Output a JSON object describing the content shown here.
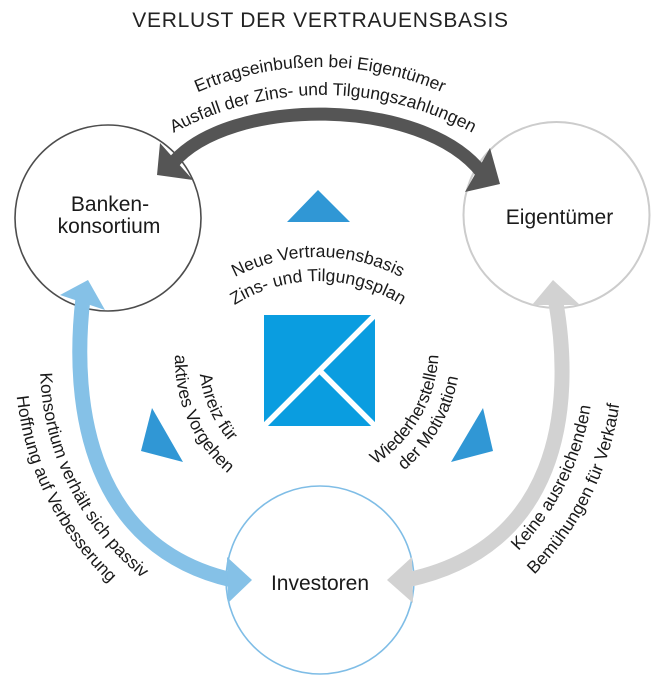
{
  "title": "VERLUST DER VERTRAUENSBASIS",
  "nodes": {
    "banks": {
      "line1": "Banken-",
      "line2": "konsortium"
    },
    "owner": {
      "label": "Eigentümer"
    },
    "investors": {
      "label": "Investoren"
    }
  },
  "flows": {
    "banks_owner": {
      "line1": "Ertragseinbußen bei Eigentümer",
      "line2": "Ausfall der Zins- und Tilgungszahlungen"
    },
    "banks_investors": {
      "line1": "Konsortium verhält sich passiv",
      "line2": "Hoffnung auf Verbesserung"
    },
    "owner_investors": {
      "line1": "Keine ausreichenden",
      "line2": "Bemühungen für Verkauf"
    }
  },
  "center": {
    "top": {
      "line1": "Neue Vertrauensbasis",
      "line2": "Zins- und Tilgungsplan"
    },
    "left": {
      "line1": "Anreiz für",
      "line2": "aktives Vorgehen"
    },
    "right": {
      "line1": "Wiederherstellen",
      "line2": "der Motivation"
    },
    "logo_icon": "square-diagonal-logo-icon",
    "pointer_icon": "triangle-icon"
  },
  "colors": {
    "banks_ring": "#4d4d4d",
    "owner_ring": "#cccccc",
    "investors_ring": "#7fbde6",
    "arrow_banks_owner": "#555555",
    "arrow_banks_investors": "#85c1e7",
    "arrow_owner_investors": "#d2d2d2",
    "triangle": "#3097d5",
    "logo": "#0a9de0",
    "logo_lines": "#ffffff",
    "node_fill": "#ffffff"
  }
}
